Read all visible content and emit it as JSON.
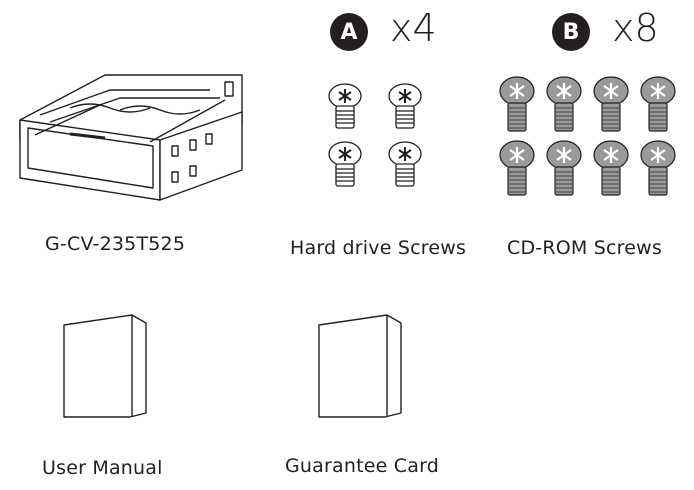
{
  "items": {
    "bracket": {
      "label": "G-CV-235T525"
    },
    "hdd_screws": {
      "badge": "A",
      "quantity": "x4",
      "label": "Hard drive Screws"
    },
    "cdrom_screws": {
      "badge": "B",
      "quantity": "x8",
      "label": "CD-ROM Screws"
    },
    "user_manual": {
      "label": "User Manual"
    },
    "guarantee_card": {
      "label": "Guarantee Card"
    }
  }
}
